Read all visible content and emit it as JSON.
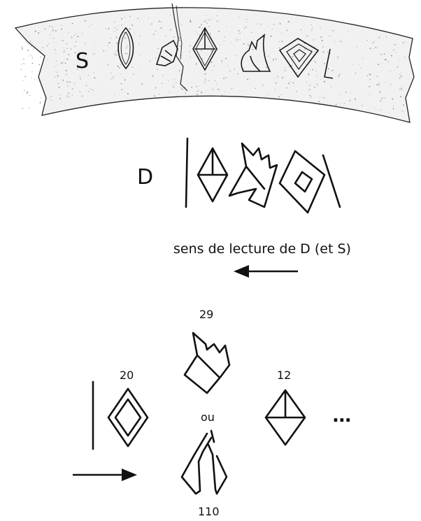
{
  "labels": {
    "S": "S",
    "D": "D",
    "reading_direction": "sens de lecture de D (et S)",
    "sign_20": "20",
    "sign_29": "29",
    "sign_12": "12",
    "sign_110": "110",
    "or": "ou",
    "ellipsis": "..."
  },
  "colors": {
    "ink": "#111111",
    "band_fill": "#f1f1f1",
    "stipple": "#9a9a9a"
  }
}
